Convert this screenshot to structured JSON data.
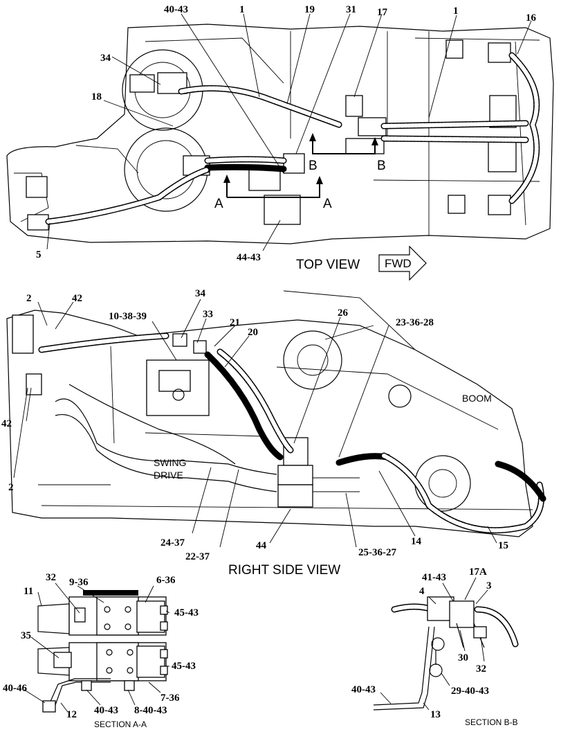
{
  "views": {
    "top": "TOP VIEW",
    "fwd": "FWD",
    "right_side": "RIGHT SIDE VIEW",
    "section_a": "SECTION A-A",
    "section_b": "SECTION B-B"
  },
  "text": {
    "boom": "BOOM",
    "swing": "SWING",
    "drive": "DRIVE"
  },
  "section_letters": {
    "a": "A",
    "b": "B"
  },
  "callouts": {
    "top": [
      "40-43",
      "1",
      "19",
      "31",
      "17",
      "1",
      "16",
      "34",
      "18",
      "5",
      "44-43"
    ],
    "side": [
      "2",
      "42",
      "34",
      "33",
      "10-38-39",
      "21",
      "20",
      "26",
      "23-36-28",
      "42",
      "2",
      "24-37",
      "22-37",
      "44",
      "25-36-27",
      "14",
      "15"
    ],
    "section_a": [
      "9-36",
      "6-36",
      "32",
      "11",
      "45-43",
      "35",
      "45-43",
      "40-46",
      "12",
      "40-43",
      "8-40-43",
      "7-36"
    ],
    "section_b": [
      "41-43",
      "17A",
      "3",
      "4",
      "30",
      "32",
      "29-40-43",
      "40-43",
      "13"
    ]
  }
}
